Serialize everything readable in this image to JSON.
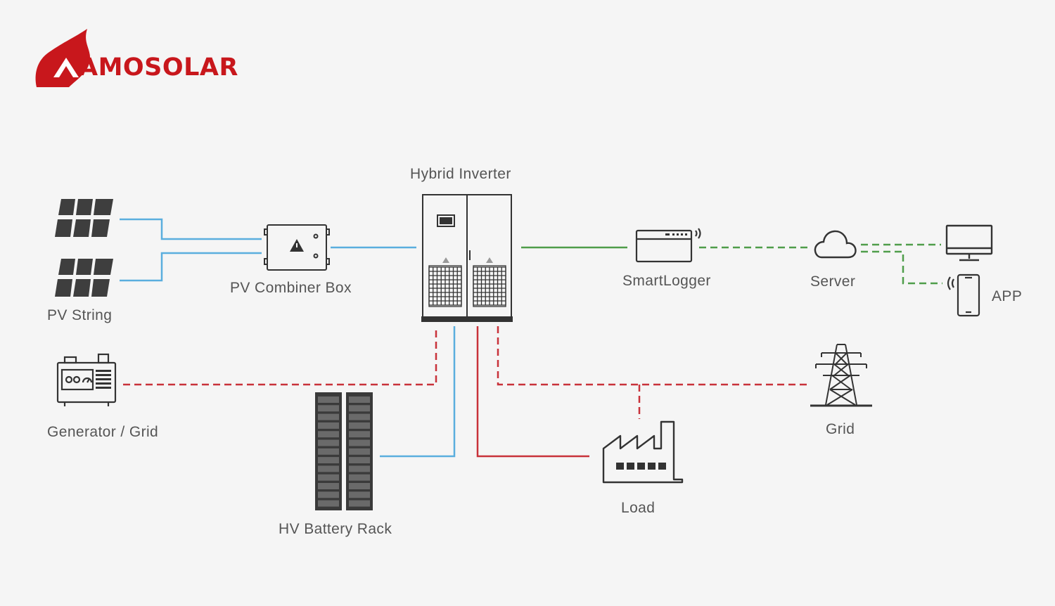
{
  "brand": {
    "name": "AMOSOLAR",
    "color": "#c8171c"
  },
  "labels": {
    "hybrid_inverter": "Hybrid Inverter",
    "pv_combiner_box": "PV Combiner Box",
    "pv_string": "PV String",
    "smartlogger": "SmartLogger",
    "server": "Server",
    "app": "APP",
    "generator_grid": "Generator / Grid",
    "hv_battery_rack": "HV Battery Rack",
    "load": "Load",
    "grid": "Grid"
  },
  "colors": {
    "dc_line": "#5aaede",
    "ac_line": "#c8323a",
    "comm_line": "#4f9d4a",
    "icon_stroke": "#333333",
    "label_text": "#555555",
    "background": "#f5f5f5"
  },
  "icons": {
    "logo": "flame-a-icon",
    "pv_panel": "solar-panel-icon",
    "combiner": "combiner-box-icon",
    "inverter": "inverter-cabinet-icon",
    "logger": "smartlogger-icon",
    "server": "cloud-icon",
    "monitor": "monitor-icon",
    "phone": "smartphone-icon",
    "generator": "generator-icon",
    "battery": "battery-rack-icon",
    "factory": "factory-icon",
    "tower": "transmission-tower-icon"
  }
}
